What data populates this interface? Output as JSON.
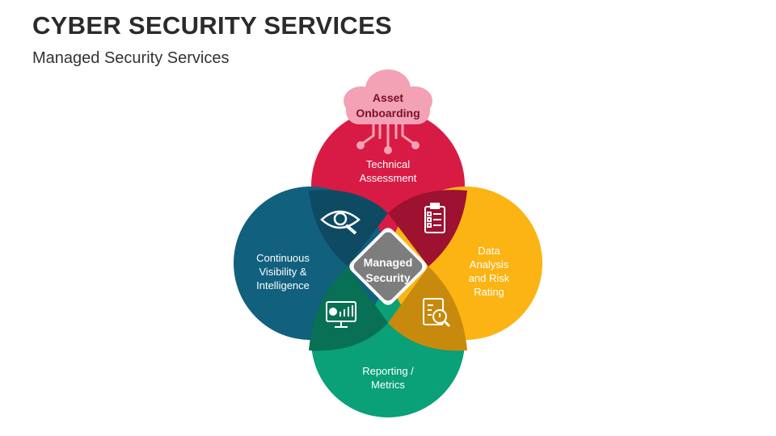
{
  "header": {
    "title": "CYBER SECURITY SERVICES",
    "subtitle": "Managed Security Services"
  },
  "diagram": {
    "center": {
      "line1": "Managed",
      "line2": "Security"
    },
    "cloud": {
      "line1": "Asset",
      "line2": "Onboarding"
    },
    "petals": {
      "top": {
        "line1": "Technical",
        "line2": "Assessment",
        "color": "#d81b45"
      },
      "right": {
        "line1": "Data",
        "line2": "Analysis",
        "line3": "and Risk",
        "line4": "Rating",
        "color": "#fbb414"
      },
      "bottom": {
        "line1": "Reporting /",
        "line2": "Metrics",
        "color": "#0aa078"
      },
      "left": {
        "line1": "Continuous",
        "line2": "Visibility &",
        "line3": "Intelligence",
        "color": "#11607e"
      }
    },
    "icons": [
      "eye-search",
      "checklist",
      "monitor-chart",
      "report-search"
    ],
    "colors": {
      "center": "#7d7d7d",
      "cloud": "#f3a1b4",
      "overlap_top_left": "#0f4a63",
      "overlap_top_right": "#9c1230",
      "overlap_bottom_left": "#087054",
      "overlap_bottom_right": "#c88a0c"
    }
  }
}
